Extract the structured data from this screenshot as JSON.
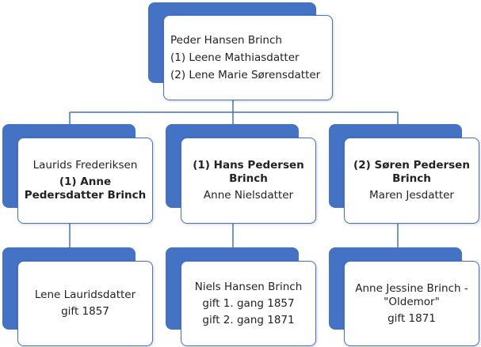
{
  "colors": {
    "accent": "#4472c4",
    "line": "#4472c4",
    "card": "#ffffff"
  },
  "tree": {
    "root": {
      "lines": [
        "Peder Hansen Brinch",
        "(1) Leene Mathiasdatter",
        "(2) Lene Marie Sørensdatter"
      ]
    },
    "children": [
      {
        "first": "Laurids Frederiksen",
        "bold": "(1) Anne Pedersdatter Brinch",
        "descendant": [
          "Lene Lauridsdatter",
          "gift 1857"
        ]
      },
      {
        "bold": "(1) Hans Pedersen Brinch",
        "second": "Anne Nielsdatter",
        "descendant": [
          "Niels Hansen Brinch",
          "gift 1. gang 1857",
          "gift 2. gang 1871"
        ]
      },
      {
        "bold": "(2) Søren Pedersen Brinch",
        "second": "Maren Jesdatter",
        "descendant": [
          "Anne Jessine Brinch - \"Oldemor\"",
          "gift 1871"
        ]
      }
    ]
  }
}
